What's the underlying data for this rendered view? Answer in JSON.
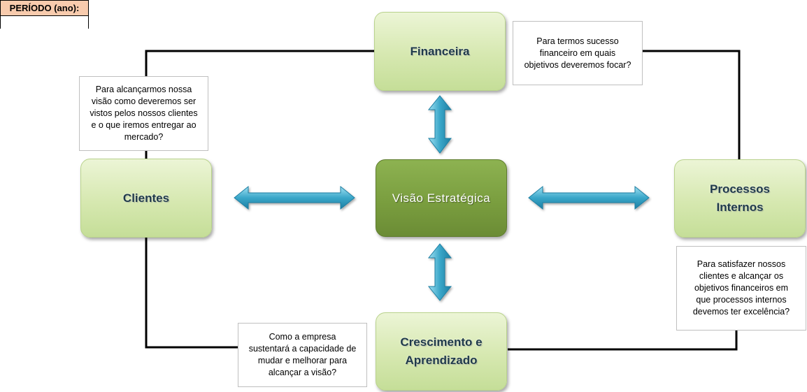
{
  "period": {
    "label": "PERÍODO (ano):",
    "value": ""
  },
  "center": {
    "label": "Visão  Estratégica"
  },
  "perspectives": {
    "financial": "Financeira",
    "customers": "Clientes",
    "internal": "Processos\nInternos",
    "learning": "Crescimento  e\nAprendizado"
  },
  "questions": {
    "financial": "Para termos sucesso\nfinanceiro em quais\nobjetivos deveremos focar?",
    "customers": "Para alcançarmos nossa\nvisão como deveremos ser\nvistos pelos nossos clientes\ne o que iremos entregar ao\nmercado?",
    "internal": "Para satisfazer nossos\nclientes e alcançar os\nobjetivos financeiros em\nque processos internos\ndevemos ter excelência?",
    "learning": "Como a empresa\nsustentará a capacidade de\nmudar e melhorar para\nalcançar a visão?"
  },
  "colors": {
    "node_fill": "#d6e8b0",
    "center_fill": "#7a9e3f",
    "arrow_fill": "#3aa7c9",
    "period_header_fill": "#f8cbad",
    "connector_line": "#000000"
  }
}
